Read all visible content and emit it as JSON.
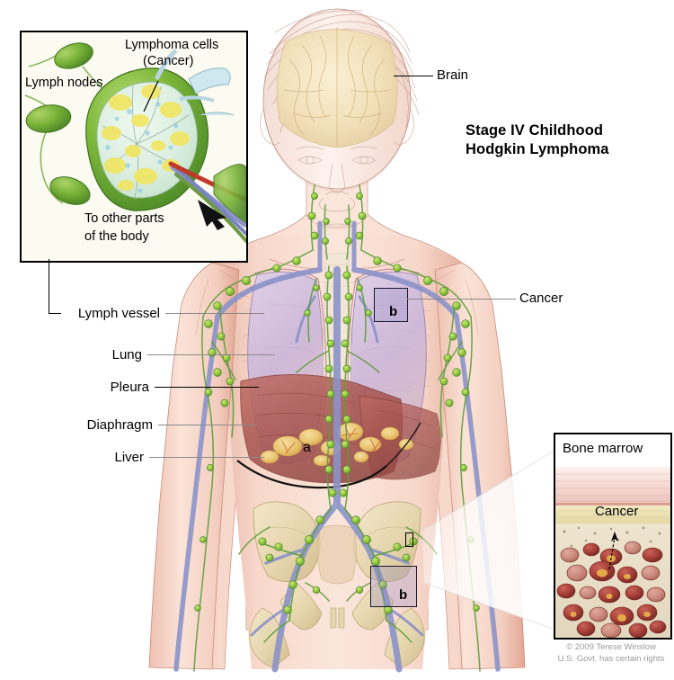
{
  "title": {
    "line1": "Stage IV Childhood",
    "line2": "Hodgkin Lymphoma"
  },
  "labels": {
    "brain": "Brain",
    "cancer_right": "Cancer",
    "lymph_vessel": "Lymph vessel",
    "lung": "Lung",
    "pleura": "Pleura",
    "diaphragm": "Diaphragm",
    "liver": "Liver"
  },
  "markers": {
    "liver_a": "a",
    "chest_b": "b",
    "pelvis_b": "b"
  },
  "inset_lymph": {
    "title_line1": "Lymphoma cells",
    "title_line2": "(Cancer)",
    "lymph_nodes_label": "Lymph nodes",
    "to_other_parts_line1": "To other parts",
    "to_other_parts_line2": "of the body"
  },
  "inset_marrow": {
    "title": "Bone marrow",
    "cancer_label": "Cancer"
  },
  "copyright": {
    "line1": "© 2009 Terese Winslow",
    "line2": "U.S. Govt. has certain rights"
  },
  "colors": {
    "skin": "#f6d4c8",
    "skin_shadow": "#e9b5a6",
    "lymph_green": "#5f9e3a",
    "node_green": "#8cc63f",
    "vein_blue": "#8b93c9",
    "artery_red": "#c0392b",
    "lung_lavender": "#c9b6d8",
    "liver_brown": "#a9564f",
    "bone_cream": "#ece0bf",
    "cancer_yellow": "#f2d16b",
    "brain_cream": "#f0e2c0",
    "marrow_red": "#a8413a",
    "panel_bg": "#fbfbf2",
    "leader_gray": "#8a8a8a",
    "text_black": "#000000",
    "copyright_gray": "#9b9b9b"
  }
}
